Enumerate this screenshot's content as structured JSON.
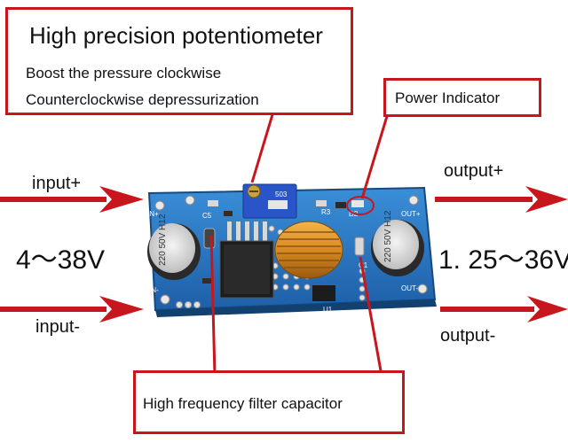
{
  "labels": {
    "potentiometer_title": "High precision potentiometer",
    "potentiometer_line1": "Boost the pressure clockwise",
    "potentiometer_line2": "Counterclockwise depressurization",
    "power_indicator": "Power Indicator",
    "input_plus": "input+",
    "input_minus": "input-",
    "output_plus": "output+",
    "output_minus": "output-",
    "input_range": "4～38V",
    "output_range": "1. 25～36V",
    "filter_capacitor": "High frequency filter capacitor"
  },
  "board": {
    "pad_in_plus": "IN+",
    "pad_in_minus": "IN-",
    "pad_out_plus": "OUT+",
    "pad_out_minus": "OUT-",
    "cap_left": "220 50V H12",
    "cap_right": "220 50V H12",
    "pot_code": "503",
    "ref_c5": "C5",
    "ref_r3": "R3",
    "ref_d2": "D2",
    "ref_c1": "C1",
    "ref_u1": "U1"
  },
  "colors": {
    "accent_red": "#c8161d",
    "board_blue": "#1f6fc0",
    "pot_blue": "#2a55c8",
    "coil_copper": "#d98a1f"
  }
}
